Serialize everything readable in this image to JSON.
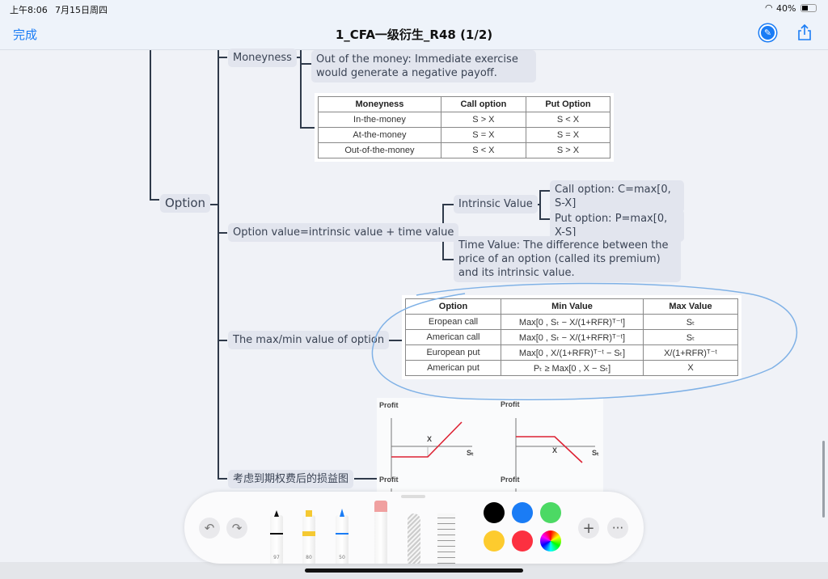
{
  "status": {
    "time": "上午8:06",
    "date": "7月15日周四",
    "battery": "40%"
  },
  "nav": {
    "done": "完成",
    "title": "1_CFA一级衍生_R48 (1/2)"
  },
  "mindmap": {
    "option": "Option",
    "moneyness": "Moneyness",
    "out_of_money": "Out of the money: Immediate exercise would generate a negative payoff.",
    "moneyness_table": {
      "headers": [
        "Moneyness",
        "Call option",
        "Put Option"
      ],
      "rows": [
        [
          "In-the-money",
          "S > X",
          "S < X"
        ],
        [
          "At-the-money",
          "S = X",
          "S = X"
        ],
        [
          "Out-of-the-money",
          "S < X",
          "S > X"
        ]
      ]
    },
    "option_value": "Option value=intrinsic value + time value",
    "intrinsic": "Intrinsic Value",
    "call_iv": "Call option: C=max[0, S-X]",
    "put_iv": "Put option: P=max[0, X-S]",
    "time_value": "Time Value: The difference between the price of an option (called its premium) and its intrinsic value.",
    "maxmin": "The max/min value of option",
    "maxmin_table": {
      "headers": [
        "Option",
        "Min Value",
        "Max Value"
      ],
      "rows": [
        [
          "Eropean call",
          "Max[0 , Sₜ − X/(1+RFR)ᵀ⁻ᵗ]",
          "Sₜ"
        ],
        [
          "American call",
          "Max[0 , Sₜ − X/(1+RFR)ᵀ⁻ᵗ]",
          "Sₜ"
        ],
        [
          "European put",
          "Max[0 , X/(1+RFR)ᵀ⁻ᵗ − Sₜ]",
          "X/(1+RFR)ᵀ⁻ᵗ"
        ],
        [
          "American put",
          "Pₜ ≥ Max[0 , X − Sₜ]",
          "X"
        ]
      ]
    },
    "payoff": "考虑到期权费后的损益图",
    "chart_labels": {
      "profit": "Profit",
      "x": "X",
      "st": "Sₜ"
    }
  },
  "toolbar": {
    "pen_sizes": [
      "97",
      "80",
      "50"
    ],
    "colors": [
      "#000000",
      "#1a7cf5",
      "#4cd964",
      "#fdcb2e",
      "#fc3040"
    ]
  }
}
